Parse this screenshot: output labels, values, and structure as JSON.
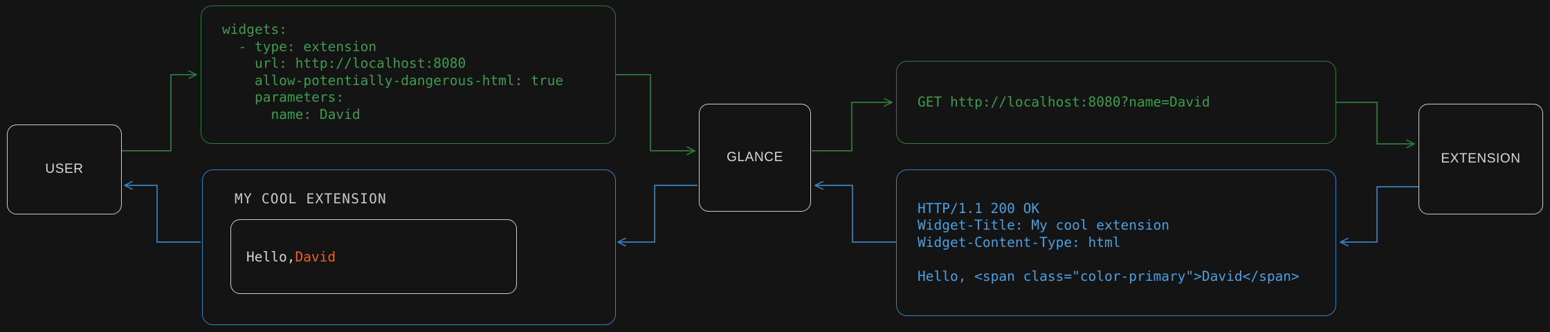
{
  "diagram": {
    "type": "flowchart",
    "background": "#141414",
    "request_color": "#3f9c4f",
    "response_color": "#4d9fe0",
    "node_color": "#cfcfcf",
    "accent_color": "#e8622a"
  },
  "nodes": {
    "user": "USER",
    "glance": "GLANCE",
    "extension": "EXTENSION"
  },
  "messages": {
    "config_yaml": "widgets:\n  - type: extension\n    url: http://localhost:8080\n    allow-potentially-dangerous-html: true\n    parameters:\n      name: David",
    "http_request": "GET http://localhost:8080?name=David",
    "http_response": "HTTP/1.1 200 OK\nWidget-Title: My cool extension\nWidget-Content-Type: html\n\nHello, <span class=\"color-primary\">David</span>"
  },
  "widget": {
    "title": "MY COOL EXTENSION",
    "greeting": "Hello, ",
    "name": "David"
  }
}
